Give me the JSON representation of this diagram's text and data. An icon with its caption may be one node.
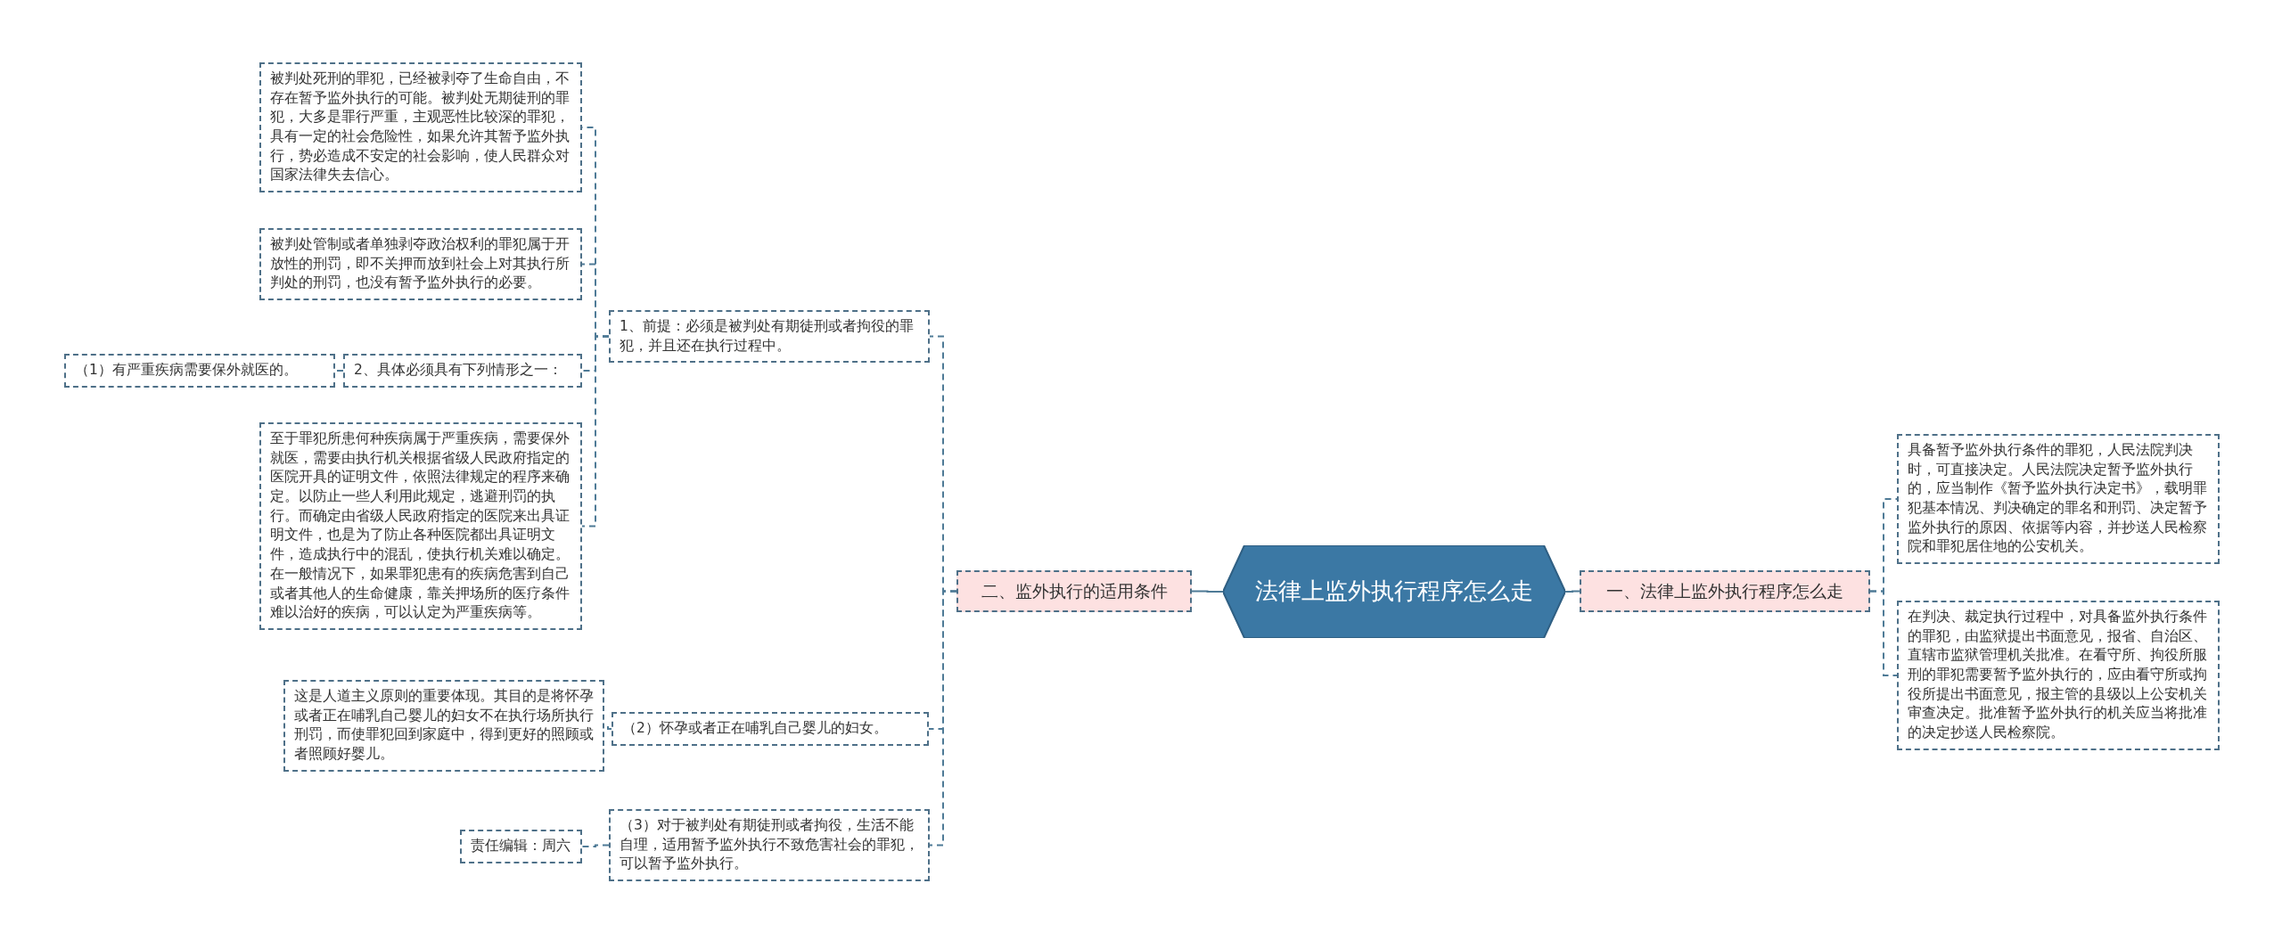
{
  "diagram": {
    "nodes": [
      {
        "text": [
          "法律上监外执行程序怎么走"
        ]
      },
      {
        "text": [
          "二、监外执行的适用条件"
        ]
      },
      {
        "text": [
          "一、法律上监外执行程序怎么走"
        ]
      },
      {
        "text": [
          "具备暂予监外执行条件的罪犯，人民法院判决时，可直接决定。人民法院决定暂予监外执行的，应当制作《暂予监外执行决定书》，载明罪犯基本情况、判决确定的罪名和刑罚、决定暂予监外执行的原因、依据等内容，并抄送人民检察院和罪犯居住地的公安机关。"
        ]
      },
      {
        "text": [
          "在判决、裁定执行过程中，对具备监外执行条件的罪犯，由监狱提出书面意见，报省、自治区、直辖市监狱管理机关批准。在看守所、拘役所服刑的罪犯需要暂予监外执行的，应由看守所或拘役所提出书面意见，报主管的县级以上公安机关审查决定。批准暂予监外执行的机关应当将批准的决定抄送人民检察院。"
        ]
      },
      {
        "text": [
          "1、前提：必须是被判处有期徒刑或者拘役的罪犯，并且还在执行过程中。"
        ]
      },
      {
        "text": [
          "被判处死刑的罪犯，已经被剥夺了生命自由，不存在暂予监外执行的可能。被判处无期徒刑的罪犯，大多是罪行严重，主观恶性比较深的罪犯，具有一定的社会危险性，如果允许其暂予监外执行，势必造成不安定的社会影响，使人民群众对国家法律失去信心。"
        ]
      },
      {
        "text": [
          "被判处管制或者单独剥夺政治权利的罪犯属于开放性的刑罚，即不关押而放到社会上对其执行所判处的刑罚，也没有暂予监外执行的必要。"
        ]
      },
      {
        "text": [
          "2、具体必须具有下列情形之一："
        ]
      },
      {
        "text": [
          "（1）有严重疾病需要保外就医的。"
        ]
      },
      {
        "text": [
          "至于罪犯所患何种疾病属于严重疾病，需要保外就医，需要由执行机关根据省级人民政府指定的医院开具的证明文件，依照法律规定的程序来确定。以防止一些人利用此规定，逃避刑罚的执行。而确定由省级人民政府指定的医院来出具证明文件，也是为了防止各种医院都出具证明文件，造成执行中的混乱，使执行机关难以确定。在一般情况下，如果罪犯患有的疾病危害到自己或者其他人的生命健康，靠关押场所的医疗条件难以治好的疾病，可以认定为严重疾病等。"
        ]
      },
      {
        "text": [
          "（2）怀孕或者正在哺乳自己婴儿的妇女。"
        ]
      },
      {
        "text": [
          "这是人道主义原则的重要体现。其目的是将怀孕或者正在哺乳自己婴儿的妇女不在执行场所执行刑罚，而使罪犯回到家庭中，得到更好的照顾或者照顾好婴儿。"
        ]
      },
      {
        "text": [
          "（3）对于被判处有期徒刑或者拘役，生活不能自理，适用暂予监外执行不致危害社会的罪犯，可以暂予监外执行。"
        ]
      },
      {
        "text": [
          "责任编辑：周六"
        ]
      }
    ],
    "edges": [
      {
        "from": 0,
        "to": 1,
        "arrow": "none"
      },
      {
        "from": 0,
        "to": 2,
        "arrow": "none"
      },
      {
        "from": 1,
        "to": 5,
        "arrow": "none",
        "style": "dashed"
      },
      {
        "from": 1,
        "to": 11,
        "arrow": "none",
        "style": "dashed"
      },
      {
        "from": 1,
        "to": 13,
        "arrow": "none",
        "style": "dashed"
      },
      {
        "from": 5,
        "to": 6,
        "arrow": "none",
        "style": "dashed"
      },
      {
        "from": 5,
        "to": 7,
        "arrow": "none",
        "style": "dashed"
      },
      {
        "from": 5,
        "to": 8,
        "arrow": "none",
        "style": "dashed"
      },
      {
        "from": 5,
        "to": 10,
        "arrow": "none",
        "style": "dashed"
      },
      {
        "from": 8,
        "to": 9,
        "arrow": "none",
        "style": "dashed"
      },
      {
        "from": 11,
        "to": 12,
        "arrow": "none",
        "style": "dashed"
      },
      {
        "from": 13,
        "to": 14,
        "arrow": "none",
        "style": "dashed"
      },
      {
        "from": 2,
        "to": 3,
        "arrow": "none",
        "style": "dashed"
      },
      {
        "from": 2,
        "to": 4,
        "arrow": "none",
        "style": "dashed"
      }
    ]
  }
}
